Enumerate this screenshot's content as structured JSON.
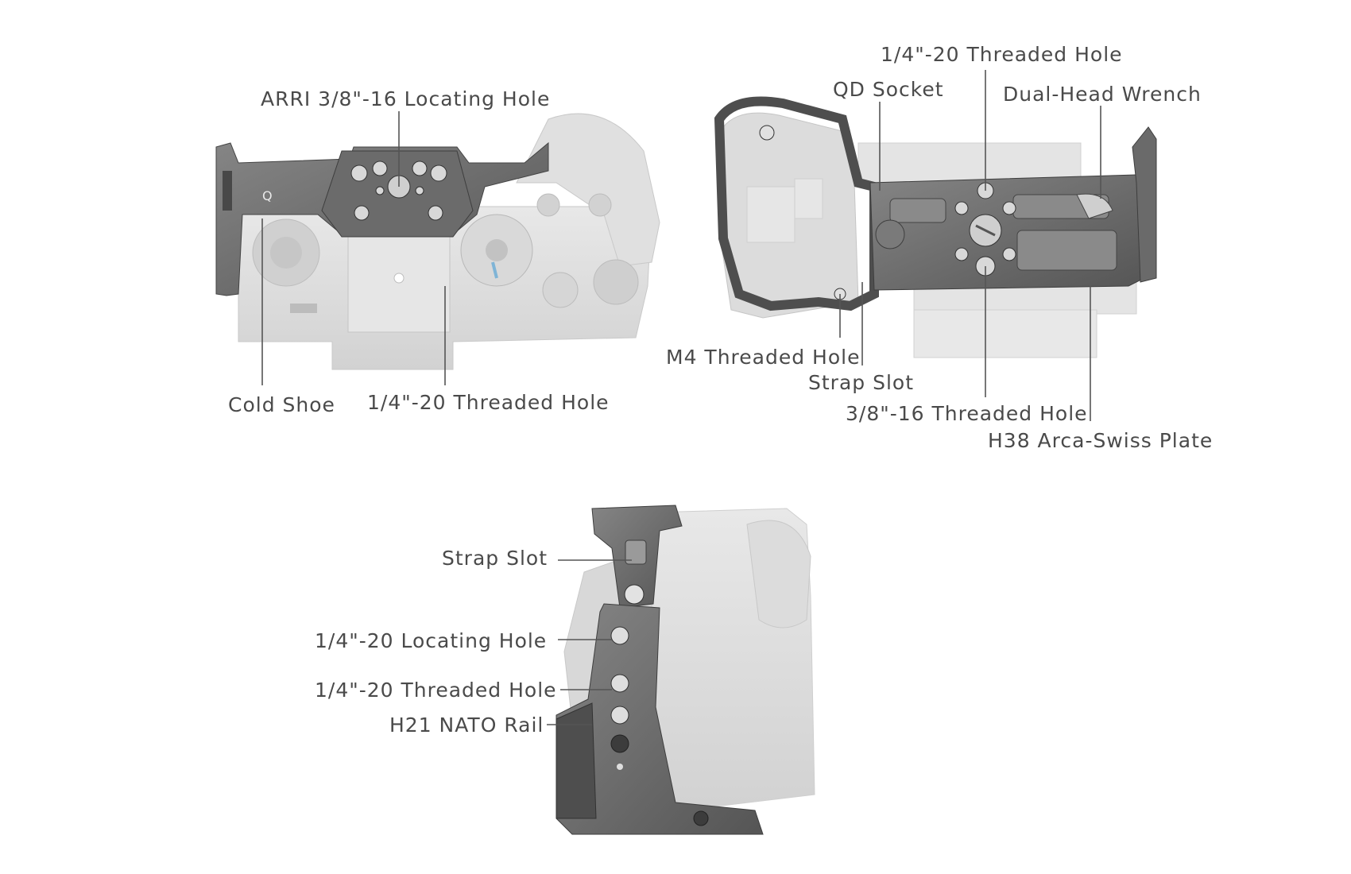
{
  "views": {
    "top": {
      "labels": {
        "arri_locating_hole": "ARRI 3/8\"-16 Locating Hole",
        "cold_shoe": "Cold Shoe",
        "threaded_hole_quarter": "1/4\"-20 Threaded Hole"
      },
      "engraving": "Q"
    },
    "bottom": {
      "labels": {
        "threaded_hole_quarter": "1/4\"-20 Threaded Hole",
        "qd_socket": "QD Socket",
        "dual_head_wrench": "Dual-Head Wrench",
        "m4_threaded_hole": "M4 Threaded Hole",
        "strap_slot": "Strap Slot",
        "threaded_hole_three_eighths": "3/8\"-16 Threaded Hole",
        "arca_swiss_plate": "H38 Arca-Swiss Plate"
      }
    },
    "side": {
      "labels": {
        "strap_slot": "Strap Slot",
        "locating_hole_quarter": "1/4\"-20  Locating Hole",
        "threaded_hole_quarter": "1/4\"-20 Threaded Hole",
        "nato_rail": "H21 NATO Rail"
      }
    }
  },
  "colors": {
    "cage_dark": "#5f5f5f",
    "cage_mid": "#7c7c7c",
    "camera_light": "#d6d6d6",
    "camera_lighter": "#e4e4e4",
    "leader_line": "#555555",
    "label_text": "#4a4a4a"
  }
}
